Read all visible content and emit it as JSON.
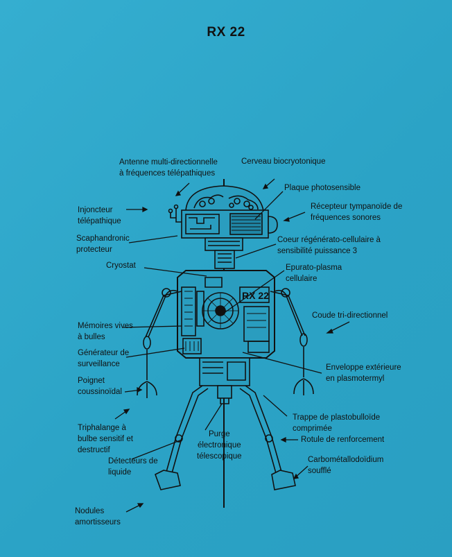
{
  "title": "RX 22",
  "labels": {
    "antenne": [
      "Antenne multi-directionnelle",
      "à fréquences télépathiques"
    ],
    "cerveau": [
      "Cerveau biocryotonique"
    ],
    "plaque": [
      "Plaque photosensible"
    ],
    "injoncteur": [
      "Injoncteur",
      "télépathique"
    ],
    "recepteur": [
      "Récepteur tympanoïde de",
      "fréquences sonores"
    ],
    "scaphandronic": [
      "Scaphandronic",
      "protecteur"
    ],
    "coeur": [
      "Coeur régénérato-cellulaire à",
      "sensibilité puissance 3"
    ],
    "cryostat": [
      "Cryostat"
    ],
    "epurato": [
      "Epurato-plasma",
      "cellulaire"
    ],
    "coude": [
      "Coude tri-directionnel"
    ],
    "memoires": [
      "Mémoires vives",
      "à bulles"
    ],
    "generateur": [
      "Générateur de",
      "surveillance"
    ],
    "enveloppe": [
      "Enveloppe extérieure",
      "en plasmotermyl"
    ],
    "poignet": [
      "Poignet",
      "coussinoïdal"
    ],
    "triphalange": [
      "Triphalange à",
      "bulbe sensitif et",
      "destructif"
    ],
    "purge": [
      "Purge",
      "électronique",
      "télescopique"
    ],
    "trappe": [
      "Trappe de plastobulloïde",
      "comprimée"
    ],
    "rotule": [
      "Rotule de renforcement"
    ],
    "detecteurs": [
      "Détecteurs de",
      "liquide"
    ],
    "carbometallo": [
      "Carbométallodoïdium",
      "soufflé"
    ],
    "nodules": [
      "Nodules",
      "amortisseurs"
    ]
  },
  "robot_badge": "RX 22"
}
